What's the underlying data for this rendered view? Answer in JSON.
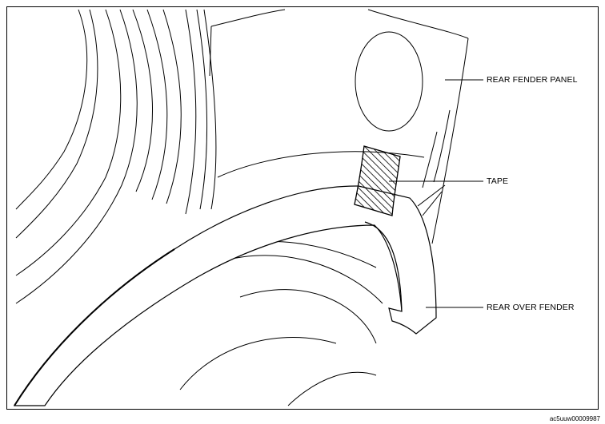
{
  "diagram": {
    "callouts": {
      "rear_fender_panel": "REAR FENDER PANEL",
      "tape": "TAPE",
      "rear_over_fender": "REAR OVER FENDER"
    },
    "reference_code": "ac5uuw00009987",
    "colors": {
      "line": "#000000",
      "background": "#ffffff"
    }
  }
}
